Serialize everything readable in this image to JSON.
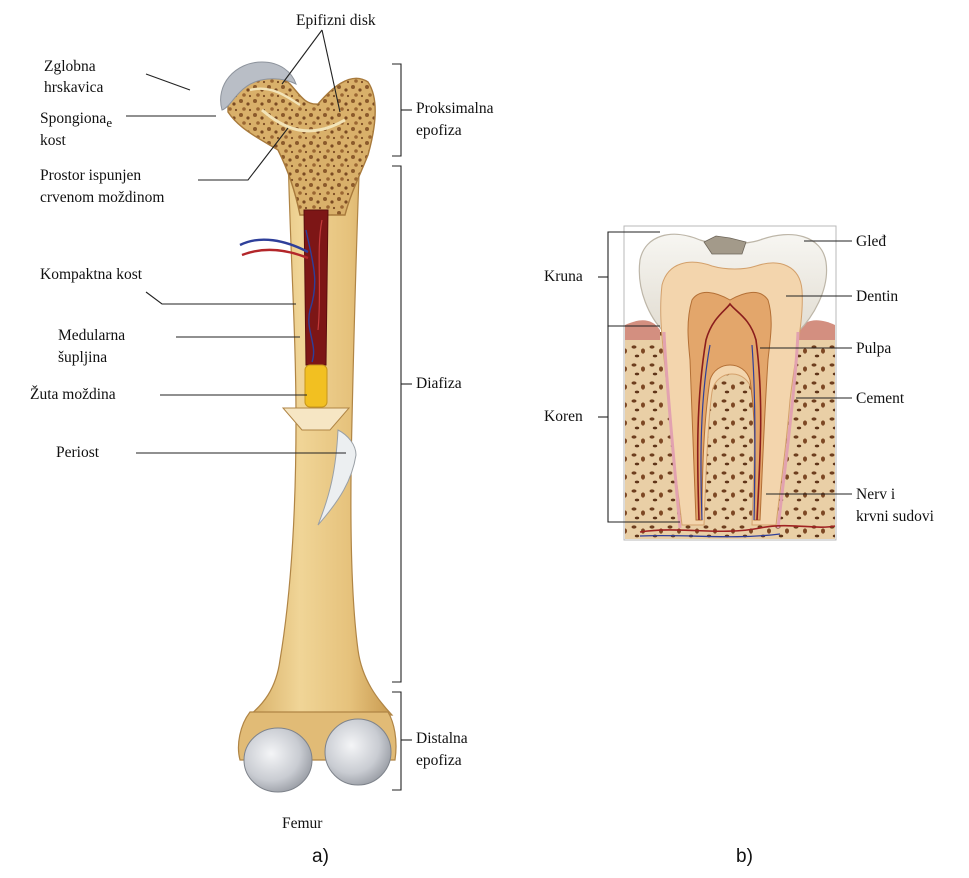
{
  "femur": {
    "labels": {
      "epifizni_disk": "Epifizni disk",
      "zglobna_hrskavica": [
        "Zglobna",
        "hrskavica"
      ],
      "spongiozna_kost": [
        "Spongiona",
        "e",
        "kost"
      ],
      "prostor": [
        "Prostor ispunjen",
        "crvenom moždinom"
      ],
      "kompaktna_kost": "Kompaktna kost",
      "medularna": [
        "Medularna",
        "šupljina"
      ],
      "zuta_mozdina": "Žuta moždina",
      "periost": "Periost",
      "proksimalna": [
        "Proksimalna",
        "epofiza"
      ],
      "diafiza": "Diafiza",
      "distalna": [
        "Distalna",
        "epofiza"
      ],
      "caption": "Femur"
    },
    "sublabel": "a)"
  },
  "tooth": {
    "labels": {
      "gled": "Gleđ",
      "dentin": "Dentin",
      "pulpa": "Pulpa",
      "cement": "Cement",
      "nerv": [
        "Nerv i",
        "krvni sudovi"
      ],
      "kruna": "Kruna",
      "koren": "Koren"
    },
    "sublabel": "b)"
  },
  "colors": {
    "bone": "#e7c98a",
    "bone_dark": "#c99d55",
    "cartilage": "#c8ccd2",
    "marrow_red": "#8c1c1c",
    "marrow_yellow": "#f2c021",
    "vessel_blue": "#2e3f9a",
    "enamel": "#f1efea",
    "dentin": "#f4d9b4",
    "pulp": "#e3a66b",
    "gum": "#d9a090"
  }
}
